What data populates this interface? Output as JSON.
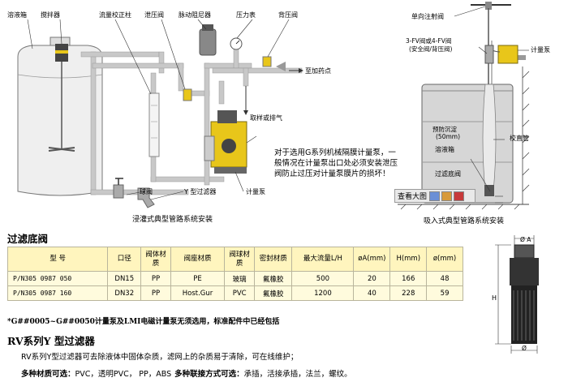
{
  "left_diagram": {
    "labels": {
      "tank": "溶液箱",
      "mixer": "搅拌器",
      "flow_column": "流量校正柱",
      "relief_valve": "泄压阀",
      "damper": "脉动阻尼器",
      "pressure_gauge": "压力表",
      "back_pressure_valve": "背压阀",
      "to_dosing_point": "至加药点",
      "sampling_exhaust": "取样或排气",
      "ball_valve": "球阀",
      "y_filter": "Y 型过滤器",
      "metering_pump": "计量泵"
    },
    "caption": "浸灌式典型管路系统安装"
  },
  "note": "对于选用G系列机械隔膜计量泵，一般情况在计量泵出口处必须安装泄压阀防止过压对计量泵膜片的损坏！",
  "right_diagram": {
    "labels": {
      "injection_valve": "单向注射阀",
      "valve_type": "3-FV阀或4-FV阀",
      "valve_desc": "(安全阀/背压阀)",
      "metering_pump": "计量泵",
      "tank": "溶液箱",
      "sediment": "预防沉淀",
      "sediment_dim": "(50mm)",
      "foot_valve": "过滤底阀",
      "riser": "校直管"
    },
    "caption": "吸入式典型管路系统安装"
  },
  "toolbar": {
    "label": "查看大图"
  },
  "foot_valve_section": {
    "title": "过滤底阀",
    "headers": [
      "型 号",
      "口径",
      "阀体材质",
      "阀座材质",
      "阀球材质",
      "密封材质",
      "最大流量L/H",
      "øA(mm)",
      "H(mm)",
      "ø(mm)"
    ],
    "rows": [
      [
        "P/N305 0987 050",
        "DN15",
        "PP",
        "PE",
        "玻璃",
        "氟橡胶",
        "500",
        "20",
        "166",
        "48"
      ],
      [
        "P/N305 0987 160",
        "DN32",
        "PP",
        "Host.Gur",
        "PVC",
        "氟橡胶",
        "1200",
        "40",
        "228",
        "59"
      ]
    ],
    "note": "*G##0005~G##0050计量泵及LMI电磁计量泵无须选用，标准配件中已经包括",
    "drawing_labels": {
      "dia_a": "Ø A",
      "height": "H",
      "dia": "Ø"
    }
  },
  "y_filter_section": {
    "title": "RV系列Y 型过滤器",
    "description": "RV系列Y型过滤器可去除液体中固体杂质，滤网上的杂质易于清除，可在线维护；",
    "material_label": "多种材质可选：",
    "material_values": "PVC，透明PVC， PP，ABS",
    "connection_label": "多种联接方式可选：",
    "connection_values": "承插，活接承插，法兰，螺纹。"
  },
  "colors": {
    "pump_yellow": "#e8c61a",
    "pipe_gray": "#c8c8c8",
    "table_header": "#fff5be",
    "table_cell": "#fffbdd"
  }
}
